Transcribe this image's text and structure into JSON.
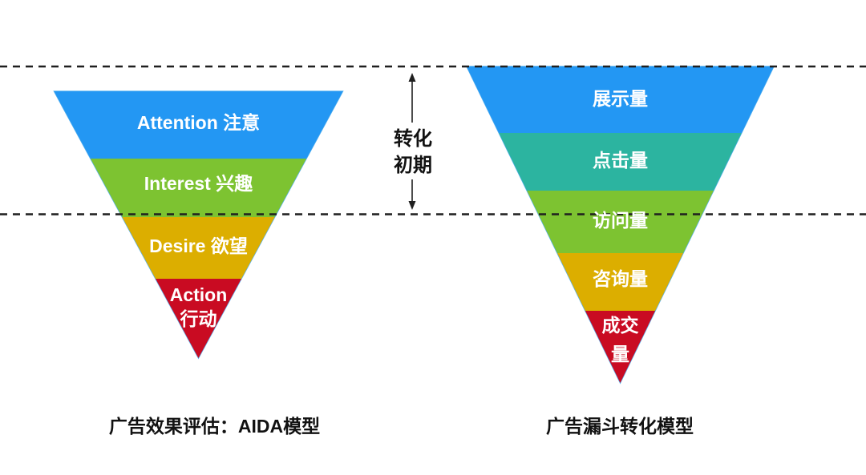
{
  "colors": {
    "blue": "#2397f3",
    "teal": "#2cb4a0",
    "green": "#7dc331",
    "yellow": "#dcae00",
    "red": "#c90b22",
    "line": "#1f1f1f",
    "edge": "#55b0ef",
    "label_text": "#ffffff",
    "caption_text": "#111111"
  },
  "annotation": {
    "lines": [
      "转化",
      "初期"
    ]
  },
  "left_funnel": {
    "caption": "广告效果评估：AIDA模型",
    "layers": [
      {
        "label": "Attention 注意",
        "color": "#2397f3"
      },
      {
        "label": "Interest 兴趣",
        "color": "#7dc331"
      },
      {
        "label": "Desire 欲望",
        "color": "#dcae00"
      },
      {
        "lines": [
          "Action",
          "行动"
        ],
        "color": "#c90b22"
      }
    ]
  },
  "right_funnel": {
    "caption": "广告漏斗转化模型",
    "layers": [
      {
        "label": "展示量",
        "color": "#2397f3"
      },
      {
        "label": "点击量",
        "color": "#2cb4a0"
      },
      {
        "label": "访问量",
        "color": "#7dc331"
      },
      {
        "label": "咨询量",
        "color": "#dcae00"
      },
      {
        "lines": [
          "成交",
          "量"
        ],
        "color": "#c90b22"
      }
    ]
  }
}
